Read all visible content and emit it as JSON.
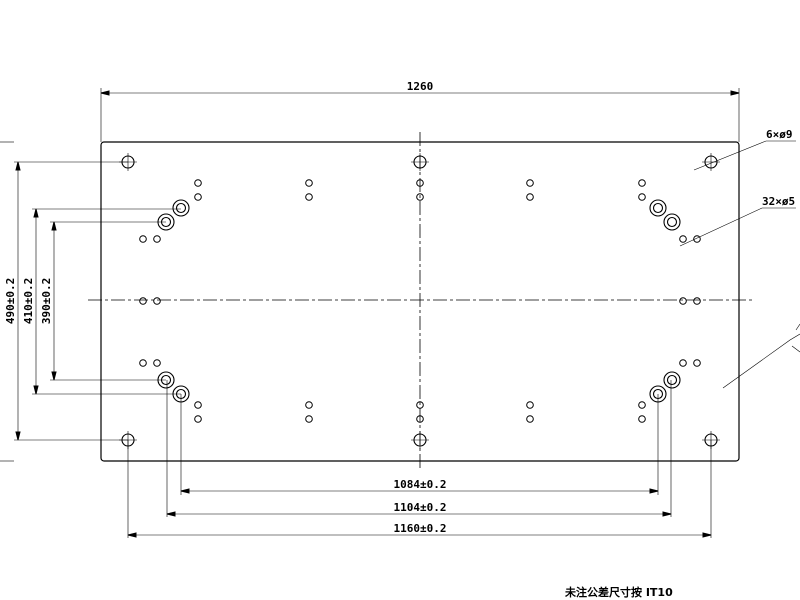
{
  "dimensions": {
    "overall_width": "1260",
    "dim_490": "490±0.2",
    "dim_410": "410±0.2",
    "dim_390": "390±0.2",
    "dim_1084": "1084±0.2",
    "dim_1104": "1104±0.2",
    "dim_1160": "1160±0.2"
  },
  "callouts": {
    "large_holes": "6×ø9",
    "small_holes": "32×ø5"
  },
  "tolerance_note": "未注公差尺寸按  IT10"
}
